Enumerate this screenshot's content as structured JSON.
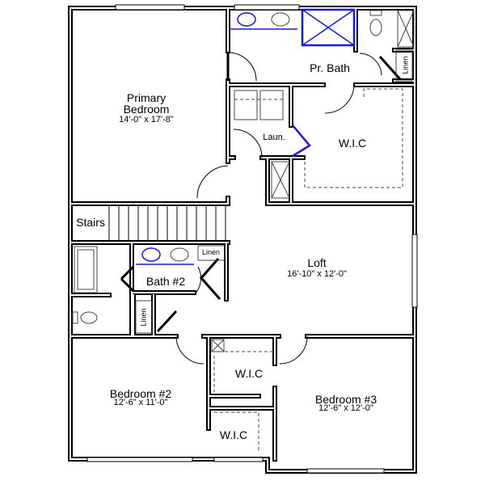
{
  "rooms": {
    "primary_bedroom": {
      "name": "Primary\nBedroom",
      "name_line1": "Primary",
      "name_line2": "Bedroom",
      "size": "14'-0\" x 17'-8\""
    },
    "primary_bath": {
      "name": "Pr. Bath"
    },
    "linen_primary": {
      "name": "Linen"
    },
    "laundry": {
      "name": "Laun."
    },
    "wic_primary": {
      "name": "W.I.C"
    },
    "stairs": {
      "name": "Stairs"
    },
    "bath2": {
      "name": "Bath #2"
    },
    "linen_bath2": {
      "name": "Linen"
    },
    "linen_hall": {
      "name": "Linen"
    },
    "loft": {
      "name": "Loft",
      "size": "16'-10\" x 12'-0\""
    },
    "bedroom2": {
      "name": "Bedroom #2",
      "size": "12'-6\" x 11'-0\""
    },
    "wic_bedroom3": {
      "name": "W.I.C"
    },
    "wic_bedroom2": {
      "name": "W.I.C"
    },
    "bedroom3": {
      "name": "Bedroom #3",
      "size": "12'-6\" x 12'-0\""
    }
  },
  "colors": {
    "wall": "#000000",
    "fixture_highlight": "#1a1adb",
    "fixture": "#555555"
  }
}
